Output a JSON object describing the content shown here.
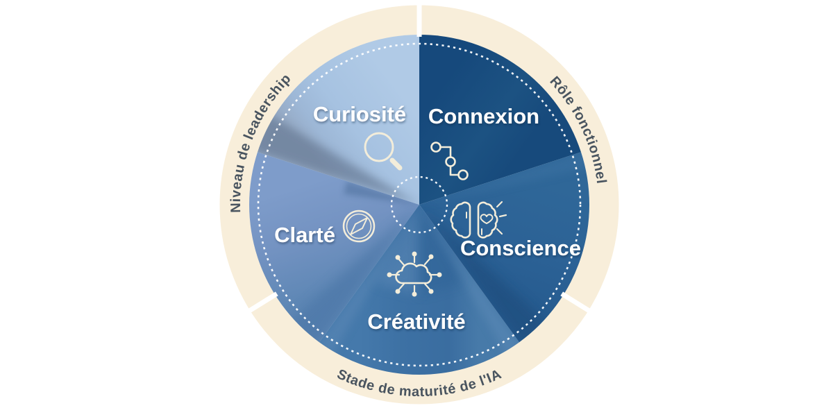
{
  "diagram": {
    "type": "circular-5-segment-wheel",
    "segments": [
      {
        "label": "Connexion",
        "icon": "network-nodes-icon",
        "color": "#17497c"
      },
      {
        "label": "Curiosité",
        "icon": "magnifier-icon",
        "color": "#a8c3e1"
      },
      {
        "label": "Clarté",
        "icon": "compass-icon",
        "color": "#7295c3"
      },
      {
        "label": "Créativité",
        "icon": "connected-cloud-icon",
        "color": "#3e72a5"
      },
      {
        "label": "Conscience",
        "icon": "brain-heart-icon",
        "color": "#2c6296"
      }
    ],
    "ring_labels": [
      {
        "label": "Niveau de leadership",
        "position": "left"
      },
      {
        "label": "Stade de maturité de l'IA",
        "position": "bottom"
      },
      {
        "label": "Rôle fonctionnel",
        "position": "right"
      }
    ],
    "colors": {
      "outer_ring": "#f8eeda",
      "ring_text": "#49545f",
      "segment_label_text": "#ffffff",
      "dotted_circle": "#ffffff",
      "icon_stroke": "#f3edda"
    }
  }
}
